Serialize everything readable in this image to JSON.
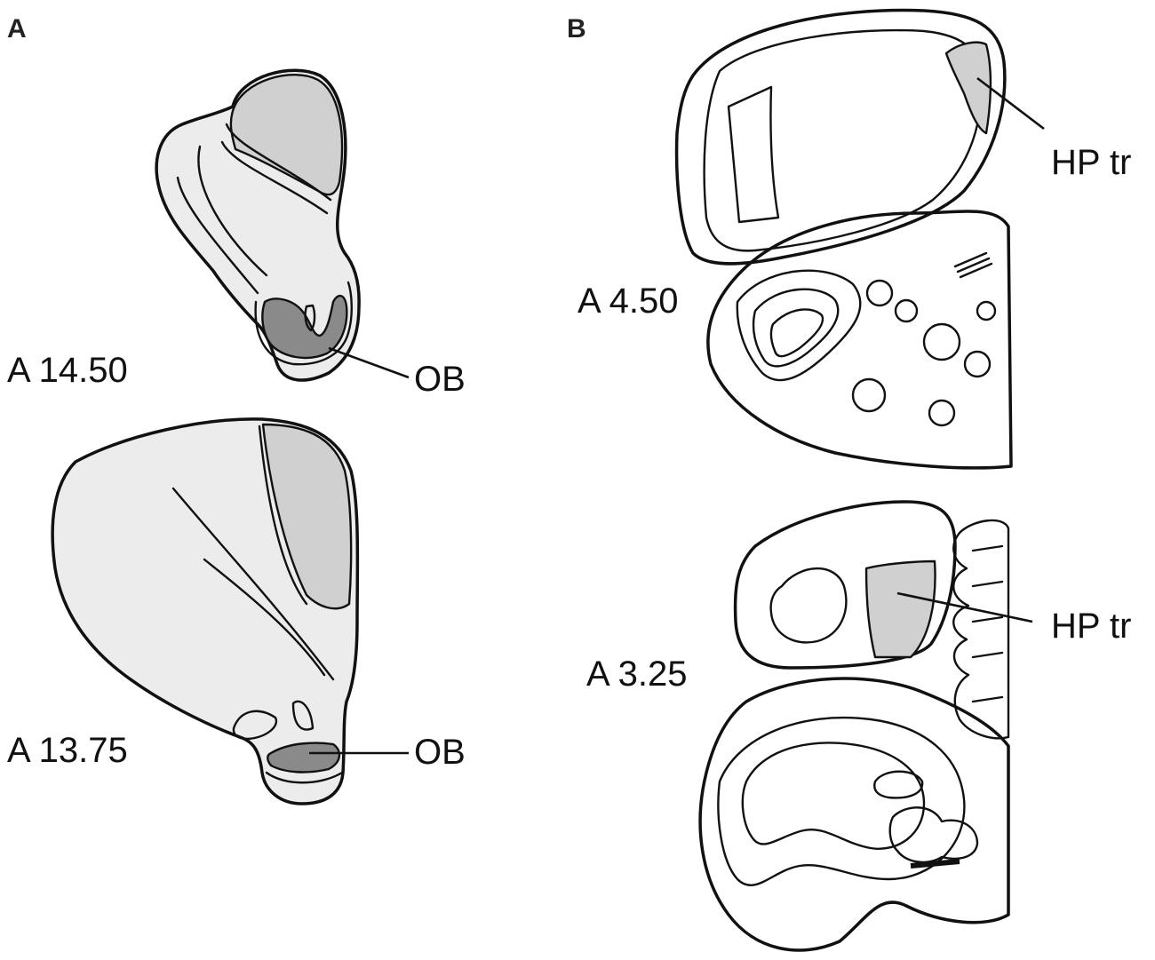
{
  "panels": {
    "a": {
      "letter": "A",
      "sections": [
        {
          "level": "A 14.50",
          "region": "OB"
        },
        {
          "level": "A 13.75",
          "region": "OB"
        }
      ]
    },
    "b": {
      "letter": "B",
      "sections": [
        {
          "level": "A 4.50",
          "region": "HP tr"
        },
        {
          "level": "A 3.25",
          "region": "HP tr"
        }
      ]
    }
  },
  "colors": {
    "light_fill": "#ececec",
    "mid_fill": "#d0d0d0",
    "dark_fill": "#8a8a8a",
    "stroke": "#111111"
  }
}
